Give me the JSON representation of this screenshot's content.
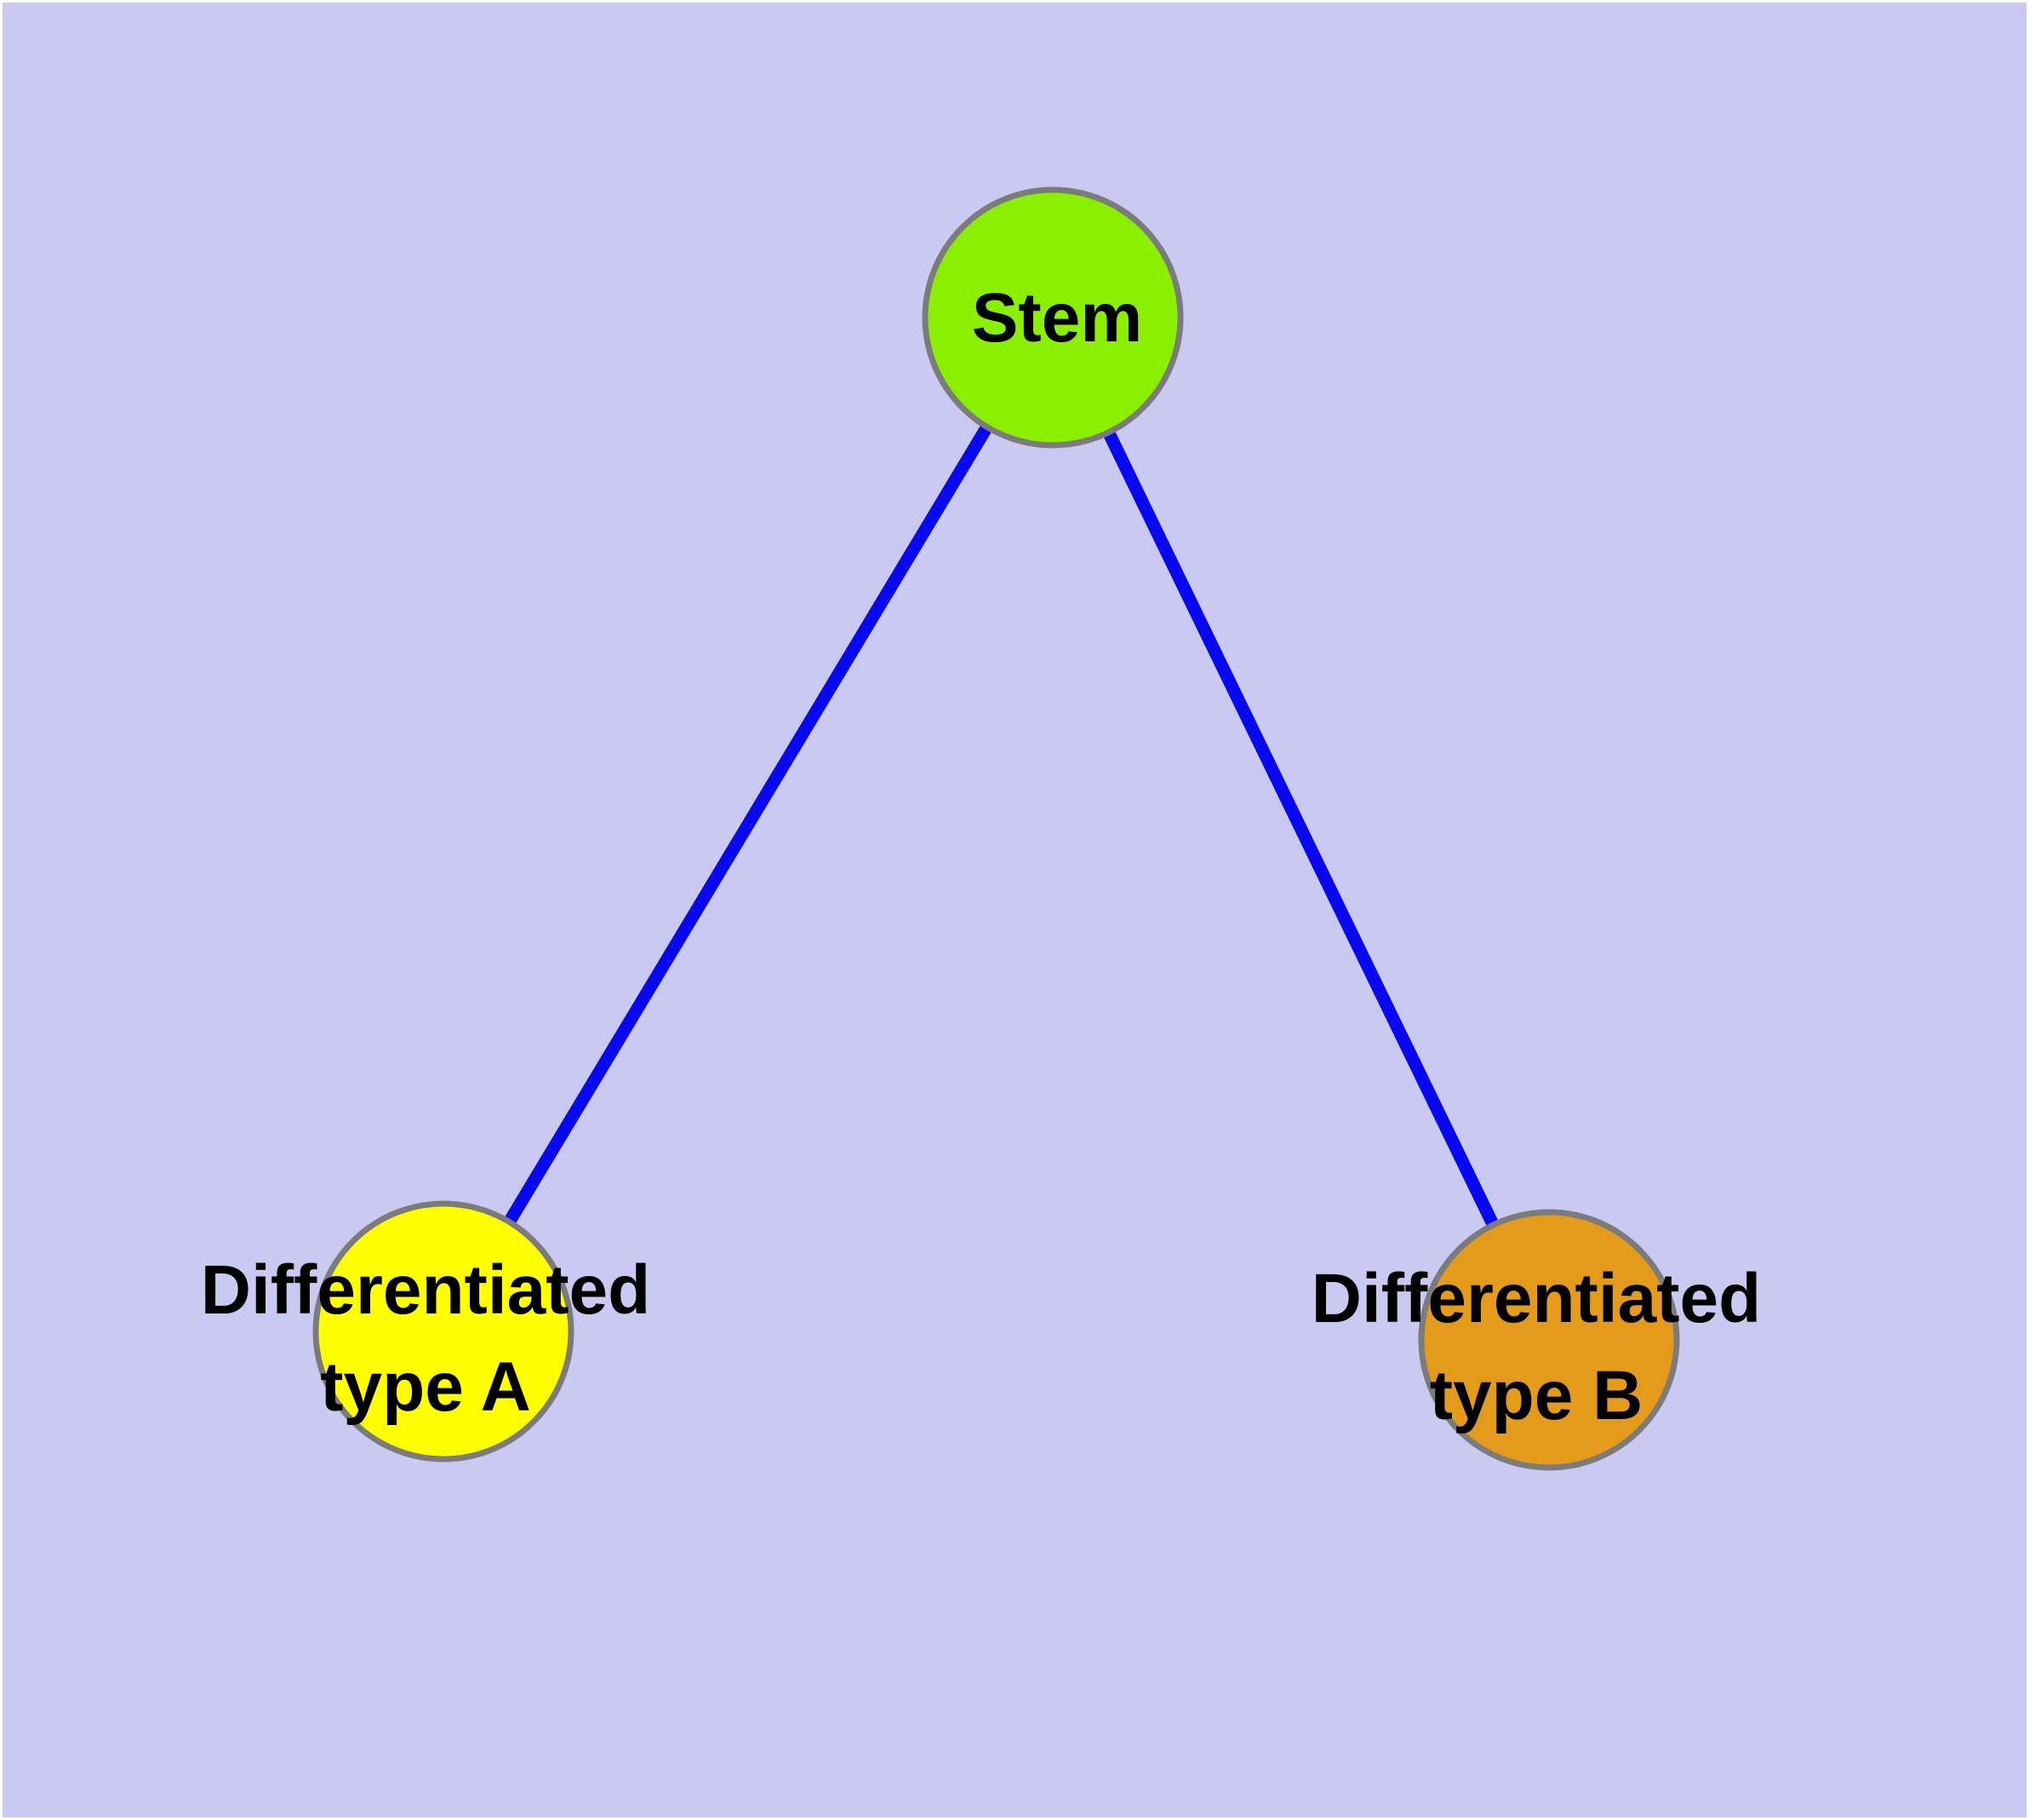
{
  "diagram": {
    "kind": "node-link-graph",
    "background_color": "#c9c9f2",
    "edge_color": "#0808f0",
    "node_border_color": "#7b7b7b",
    "text_color": "#000000",
    "nodes": {
      "stem": {
        "label": "Stem",
        "fill": "#8af000"
      },
      "type_a": {
        "label_line1": "Differentiated",
        "label_line2": "type A",
        "fill": "#ffff00"
      },
      "type_b": {
        "label_line1": "Differentiated",
        "label_line2": "type B",
        "fill": "#e49b1c"
      }
    },
    "edges": [
      {
        "from": "Stem",
        "to": "Differentiated type A"
      },
      {
        "from": "Stem",
        "to": "Differentiated type B"
      }
    ]
  }
}
